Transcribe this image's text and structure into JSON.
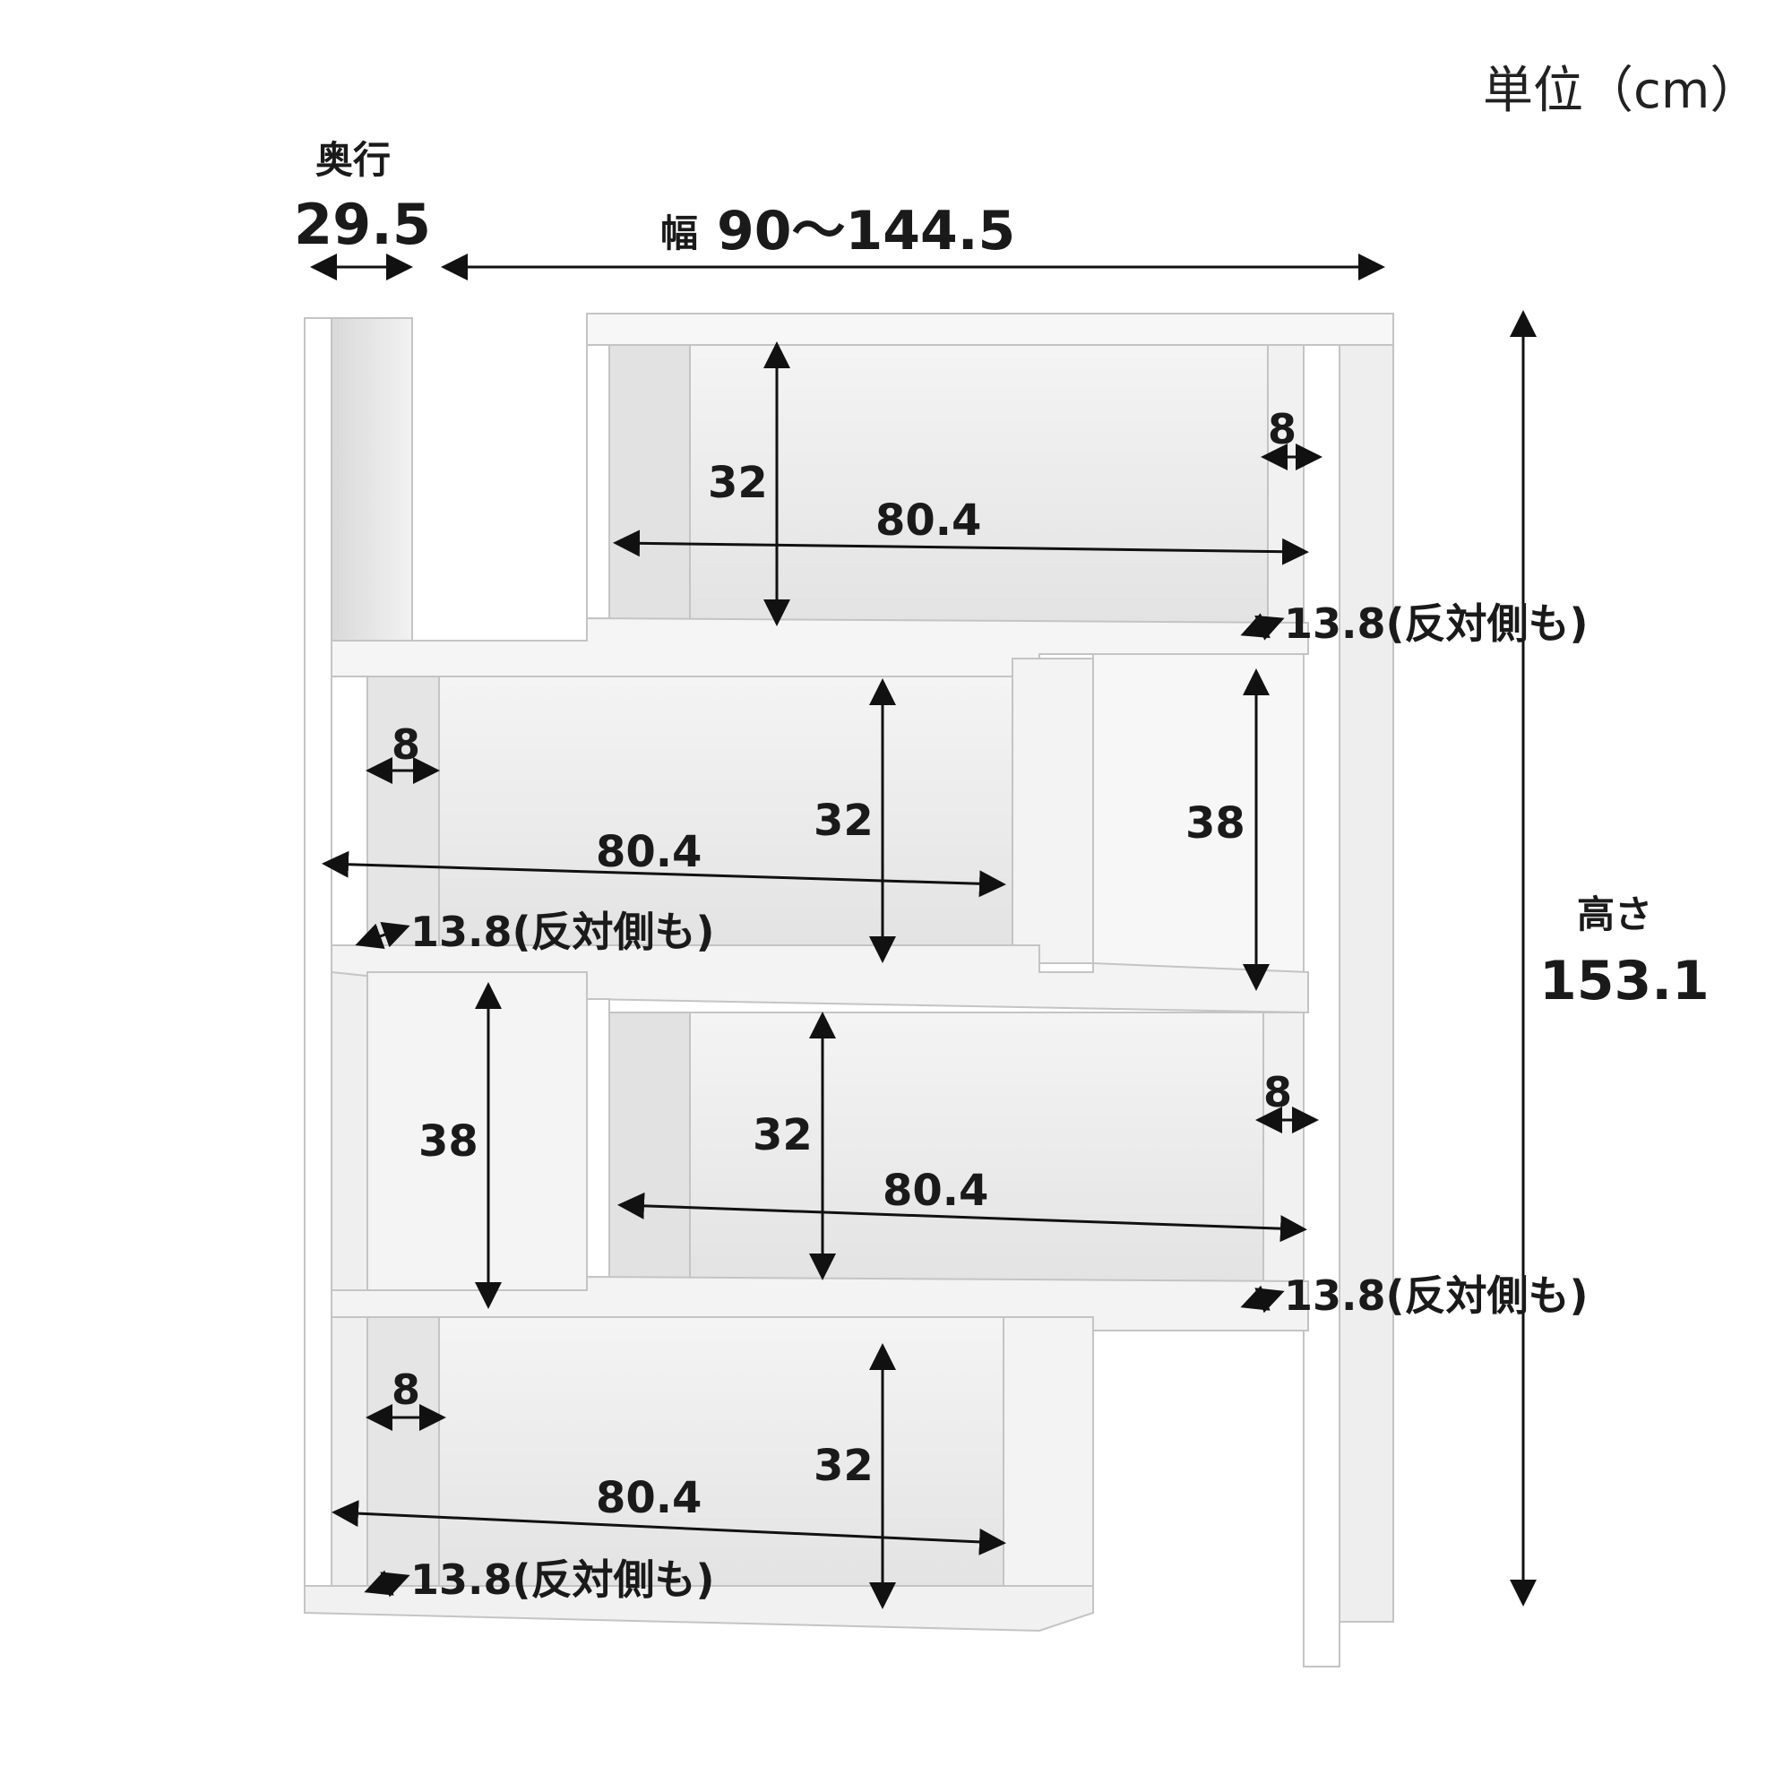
{
  "unit": "単位（cm）",
  "depth": {
    "label": "奥行",
    "value": "29.5"
  },
  "width": {
    "label": "幅",
    "value": "90〜144.5"
  },
  "height": {
    "label": "高さ",
    "value": "153.1"
  },
  "compartments": [
    {
      "height": "32",
      "width": "80.4",
      "side": "8",
      "depth": "13.8(反対側も)"
    },
    {
      "height": "32",
      "width": "80.4",
      "side": "8",
      "depth": "13.8(反対側も)"
    },
    {
      "height": "32",
      "width": "80.4",
      "side": "8",
      "depth": "13.8(反対側も)"
    },
    {
      "height": "32",
      "width": "80.4",
      "side": "8",
      "depth": "13.8(反対側も)"
    }
  ],
  "open_gaps": [
    "38",
    "38"
  ],
  "colors": {
    "panel": "#ffffff",
    "panel_shade": "#e6e6e6",
    "panel_edge": "#c8c8c8",
    "dimension": "#111111"
  }
}
